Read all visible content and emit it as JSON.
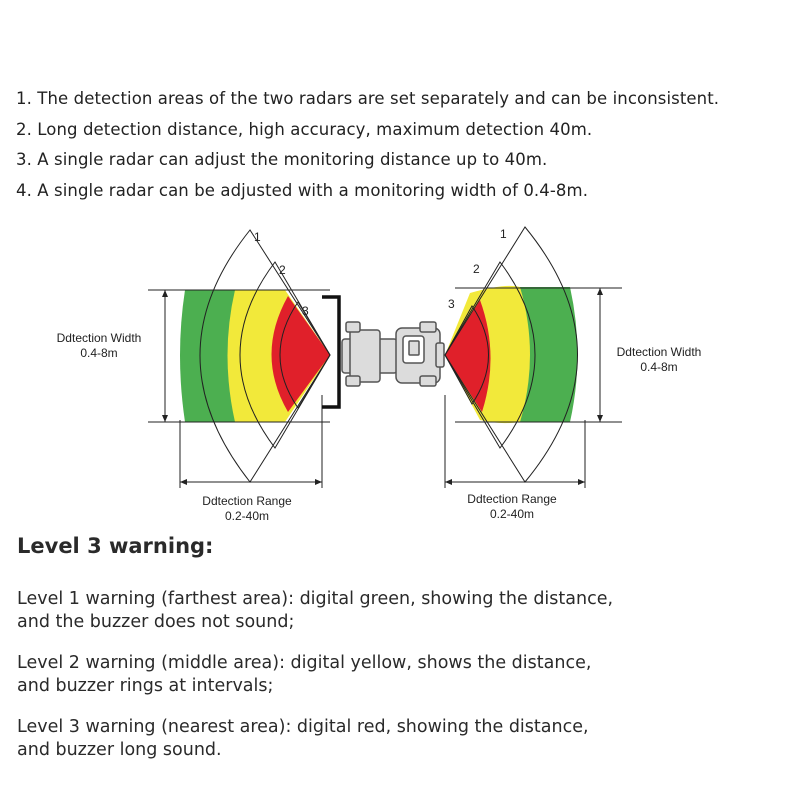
{
  "features": [
    "1. The detection areas of the two radars are set separately and can be inconsistent.",
    "2. Long detection distance, high accuracy, maximum detection 40m.",
    "3. A single radar can adjust the monitoring distance up to 40m.",
    "4. A single radar can be adjusted with a monitoring width of 0.4-8m."
  ],
  "diagram": {
    "zone_numbers": [
      "1",
      "2",
      "3"
    ],
    "width_label": {
      "line1": "Ddtection Width",
      "line2": "0.4-8m"
    },
    "range_label": {
      "line1": "Ddtection Range",
      "line2": "0.2-40m"
    },
    "colors": {
      "green": "#4caf50",
      "yellow": "#f2e93a",
      "red": "#e0202a",
      "outline": "#222222",
      "vehicle": "#dcdcdc"
    }
  },
  "levels": {
    "heading": "Level 3 warning:",
    "items": [
      {
        "line1": "Level 1 warning (farthest area): digital green, showing the distance,",
        "line2": "and the buzzer does not sound;"
      },
      {
        "line1": "Level 2 warning (middle area):  digital yellow, shows the distance,",
        "line2": "and buzzer rings at intervals;"
      },
      {
        "line1": "Level 3 warning (nearest area):  digital red, showing the distance,",
        "line2": "and buzzer long sound."
      }
    ]
  }
}
